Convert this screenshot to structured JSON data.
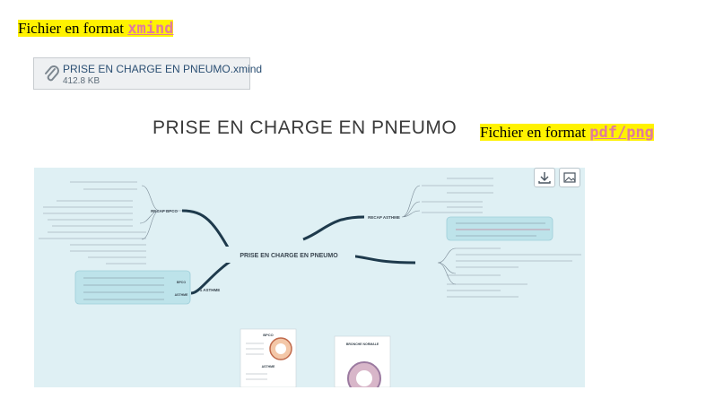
{
  "labels": {
    "xmind": {
      "prefix": "Fichier en format ",
      "link": "xmind"
    },
    "pdf": {
      "prefix": "Fichier en format ",
      "link": "pdf/png"
    }
  },
  "attachment": {
    "filename": "PRISE EN CHARGE EN PNEUMO.xmind",
    "size": "412.8 KB",
    "icon": "paperclip-icon"
  },
  "mindmap": {
    "title": "PRISE EN CHARGE EN PNEUMO",
    "central_topic": "PRISE EN CHARGE EN PNEUMO",
    "branches": [
      "RECAP BPCO",
      "1 ASTHME",
      "RECAP ASTHME",
      "BPCO",
      "ASTHME"
    ],
    "toolbar": {
      "download_icon": "download-icon",
      "image_icon": "image-icon"
    },
    "preview_sections": [
      "BPCO",
      "BRONCHE NORMALE",
      "ASTHME"
    ]
  },
  "colors": {
    "highlight": "#fff200",
    "link": "#e07b9f",
    "canvas_bg": "#dff0f4",
    "branch": "#1e3a4c"
  }
}
